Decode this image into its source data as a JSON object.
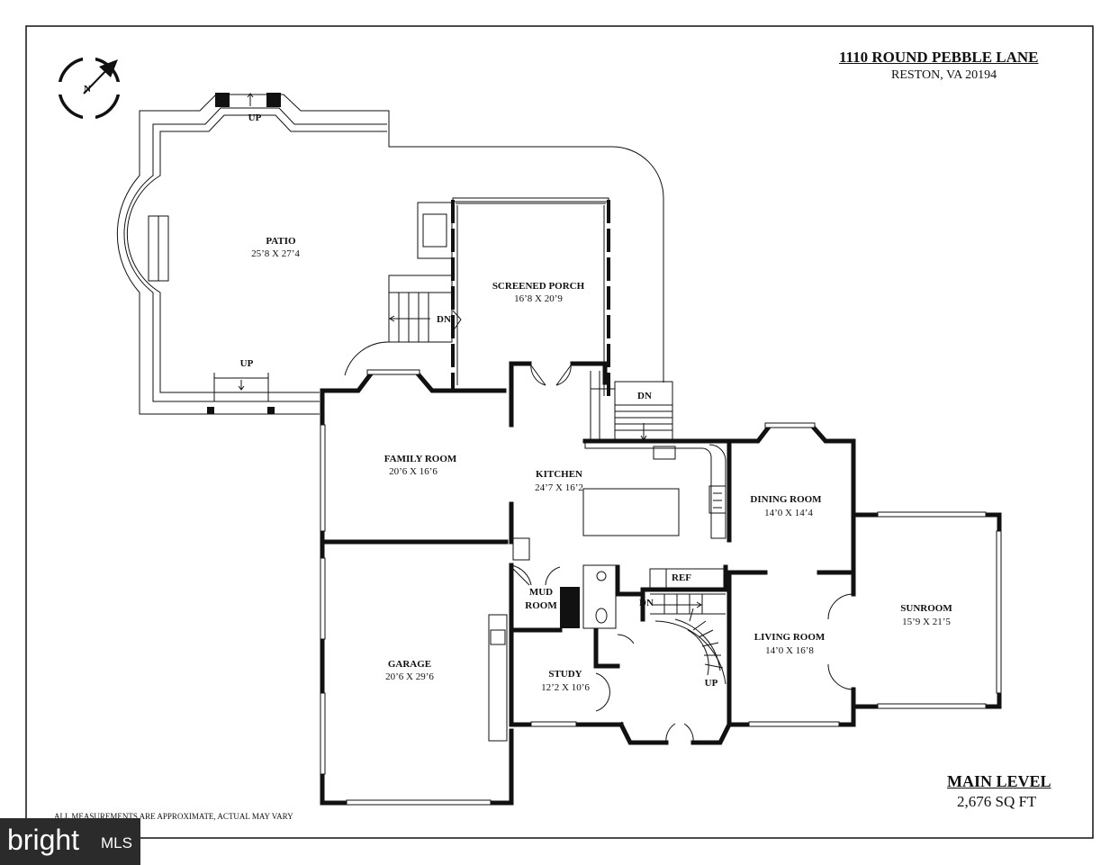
{
  "header": {
    "address": "1110 ROUND PEBBLE LANE",
    "city": "RESTON, VA 20194"
  },
  "compass": {
    "label": "N"
  },
  "rooms": [
    {
      "name": "PATIO",
      "dims": "25’8 X 27’4"
    },
    {
      "name": "SCREENED PORCH",
      "dims": "16’8 X 20’9"
    },
    {
      "name": "FAMILY ROOM",
      "dims": "20’6 X 16’6"
    },
    {
      "name": "KITCHEN",
      "dims": "24’7 X 16’2"
    },
    {
      "name": "DINING ROOM",
      "dims": "14’0 X 14’4"
    },
    {
      "name": "SUNROOM",
      "dims": "15’9 X 21’5"
    },
    {
      "name": "LIVING ROOM",
      "dims": "14’0 X 16’8"
    },
    {
      "name": "GARAGE",
      "dims": "20’6 X 29’6"
    },
    {
      "name": "STUDY",
      "dims": "12’2 X 10’6"
    }
  ],
  "mudroom": {
    "line1": "MUD",
    "line2": "ROOM"
  },
  "markers": {
    "up": "UP",
    "down": "DN",
    "ref": "REF"
  },
  "footer": {
    "level": "MAIN LEVEL",
    "sqft": "2,676 SQ FT",
    "note": "ALL MEASUREMENTS ARE APPROXIMATE, ACTUAL MAY VARY"
  },
  "watermark": {
    "brand": "bright",
    "suffix": "MLS"
  }
}
